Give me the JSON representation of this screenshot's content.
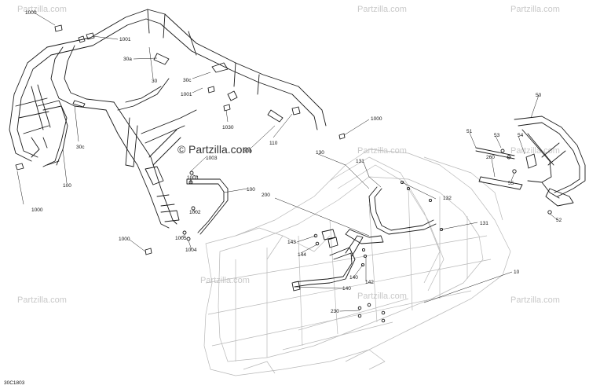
{
  "diagram": {
    "code": "30C1803",
    "watermark_main": "Partzilla.com",
    "watermark_repeat": "Partzilla.com",
    "callouts": [
      {
        "id": "c-1000-a",
        "label": "1000"
      },
      {
        "id": "c-1001-a",
        "label": "1001"
      },
      {
        "id": "c-30a",
        "label": "30a"
      },
      {
        "id": "c-30",
        "label": "30"
      },
      {
        "id": "c-30c-a",
        "label": "30c"
      },
      {
        "id": "c-1001-b",
        "label": "1001"
      },
      {
        "id": "c-30c-b",
        "label": "30c"
      },
      {
        "id": "c-100-a",
        "label": "100"
      },
      {
        "id": "c-1000-b",
        "label": "1000"
      },
      {
        "id": "c-1030",
        "label": "1030"
      },
      {
        "id": "c-30b",
        "label": "30b"
      },
      {
        "id": "c-110",
        "label": "110"
      },
      {
        "id": "c-1000-c",
        "label": "1000"
      },
      {
        "id": "c-1003-a",
        "label": "1003"
      },
      {
        "id": "c-1003-b",
        "label": "1003"
      },
      {
        "id": "c-1002",
        "label": "1002"
      },
      {
        "id": "c-100-b",
        "label": "100"
      },
      {
        "id": "c-1000-d",
        "label": "1000"
      },
      {
        "id": "c-1005",
        "label": "1005"
      },
      {
        "id": "c-1004",
        "label": "1004"
      },
      {
        "id": "c-130",
        "label": "130"
      },
      {
        "id": "c-131-a",
        "label": "131"
      },
      {
        "id": "c-200",
        "label": "200"
      },
      {
        "id": "c-132",
        "label": "132"
      },
      {
        "id": "c-131-b",
        "label": "131"
      },
      {
        "id": "c-143",
        "label": "143"
      },
      {
        "id": "c-144",
        "label": "144"
      },
      {
        "id": "c-140-a",
        "label": "140"
      },
      {
        "id": "c-142",
        "label": "142"
      },
      {
        "id": "c-140-b",
        "label": "140"
      },
      {
        "id": "c-10",
        "label": "10"
      },
      {
        "id": "c-230",
        "label": "230"
      },
      {
        "id": "c-50",
        "label": "50"
      },
      {
        "id": "c-51",
        "label": "51"
      },
      {
        "id": "c-53",
        "label": "53"
      },
      {
        "id": "c-54",
        "label": "54"
      },
      {
        "id": "c-260",
        "label": "260"
      },
      {
        "id": "c-55",
        "label": "55"
      },
      {
        "id": "c-52",
        "label": "52"
      }
    ]
  }
}
